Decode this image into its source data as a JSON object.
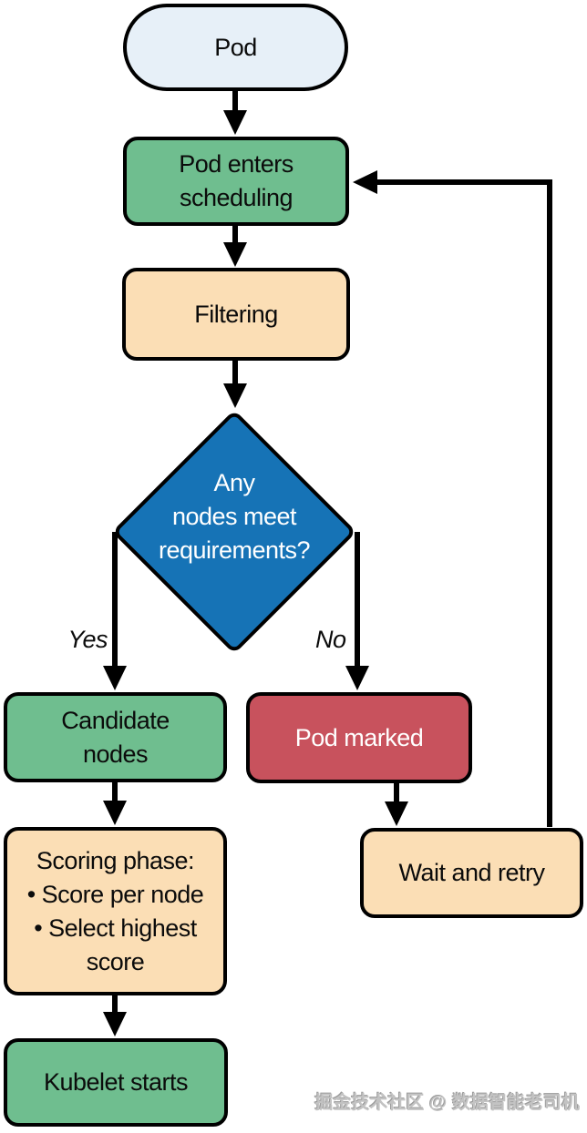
{
  "diagram": {
    "type": "flowchart",
    "topic": "Kubernetes Pod scheduling flow",
    "nodes": {
      "pod": {
        "label": "Pod",
        "shape": "pill",
        "fill": "#e7f0f8",
        "text_color": "#000000"
      },
      "pod_enters_scheduling": {
        "label": "Pod enters\nscheduling",
        "shape": "rounded-rect",
        "fill": "#6fbe8f",
        "text_color": "#000000"
      },
      "filtering": {
        "label": "Filtering",
        "shape": "rounded-rect",
        "fill": "#fbdeb5",
        "text_color": "#000000"
      },
      "decision": {
        "label": "Any\nnodes meet\nrequirements?",
        "shape": "diamond",
        "fill": "#1673b6",
        "text_color": "#ffffff"
      },
      "candidate_nodes": {
        "label": "Candidate\nnodes",
        "shape": "rounded-rect",
        "fill": "#6fbe8f",
        "text_color": "#000000"
      },
      "pod_marked": {
        "label": "Pod marked",
        "shape": "rounded-rect",
        "fill": "#c8525d",
        "text_color": "#ffffff"
      },
      "scoring_phase": {
        "label": "Scoring phase:\n• Score per node\n• Select highest\nscore",
        "shape": "rounded-rect",
        "fill": "#fbdeb5",
        "text_color": "#000000"
      },
      "kubelet_starts": {
        "label": "Kubelet starts",
        "shape": "rounded-rect",
        "fill": "#6fbe8f",
        "text_color": "#000000"
      },
      "wait_and_retry": {
        "label": "Wait and retry",
        "shape": "rounded-rect",
        "fill": "#fbdeb5",
        "text_color": "#000000"
      }
    },
    "edge_labels": {
      "yes": "Yes",
      "no": "No"
    },
    "edges": [
      {
        "from": "pod",
        "to": "pod_enters_scheduling"
      },
      {
        "from": "pod_enters_scheduling",
        "to": "filtering"
      },
      {
        "from": "filtering",
        "to": "decision"
      },
      {
        "from": "decision",
        "to": "candidate_nodes",
        "label": "Yes"
      },
      {
        "from": "decision",
        "to": "pod_marked",
        "label": "No"
      },
      {
        "from": "candidate_nodes",
        "to": "scoring_phase"
      },
      {
        "from": "scoring_phase",
        "to": "kubelet_starts"
      },
      {
        "from": "pod_marked",
        "to": "wait_and_retry"
      },
      {
        "from": "wait_and_retry",
        "to": "pod_enters_scheduling"
      }
    ],
    "stroke_color": "#000000",
    "background": "#ffffff"
  },
  "watermark": {
    "text": "掘金技术社区 @ 数据智能老司机"
  }
}
